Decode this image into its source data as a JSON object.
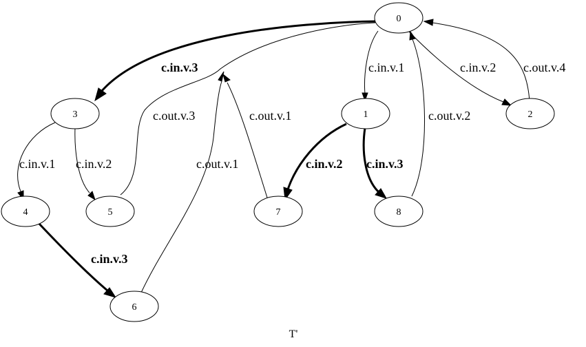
{
  "graph": {
    "title": "T'",
    "nodes": [
      {
        "id": "0",
        "label": "0"
      },
      {
        "id": "1",
        "label": "1"
      },
      {
        "id": "2",
        "label": "2"
      },
      {
        "id": "3",
        "label": "3"
      },
      {
        "id": "4",
        "label": "4"
      },
      {
        "id": "5",
        "label": "5"
      },
      {
        "id": "6",
        "label": "6"
      },
      {
        "id": "7",
        "label": "7"
      },
      {
        "id": "8",
        "label": "8"
      }
    ],
    "edges": [
      {
        "from": "0",
        "to": "3",
        "label": "c.in.v.3",
        "bold": true
      },
      {
        "from": "0",
        "to": "1",
        "label": "c.in.v.1",
        "bold": false
      },
      {
        "from": "0",
        "to": "2",
        "label": "c.in.v.2",
        "bold": false
      },
      {
        "from": "2",
        "to": "0",
        "label": "c.out.v.4",
        "bold": false
      },
      {
        "from": "8",
        "to": "0",
        "label": "c.out.v.2",
        "bold": false
      },
      {
        "from": "3",
        "to": "4",
        "label": "c.in.v.1",
        "bold": false
      },
      {
        "from": "3",
        "to": "5",
        "label": "c.in.v.2",
        "bold": false
      },
      {
        "from": "5",
        "to": "0",
        "label": "c.out.v.3",
        "bold": false
      },
      {
        "from": "7",
        "to": "0",
        "label": "c.out.v.1",
        "bold": false
      },
      {
        "from": "6",
        "to": "0",
        "label": "c.out.v.1",
        "bold": false
      },
      {
        "from": "1",
        "to": "7",
        "label": "c.in.v.2",
        "bold": true
      },
      {
        "from": "1",
        "to": "8",
        "label": "c.in.v.3",
        "bold": true
      },
      {
        "from": "4",
        "to": "6",
        "label": "c.in.v.3",
        "bold": true
      }
    ]
  }
}
